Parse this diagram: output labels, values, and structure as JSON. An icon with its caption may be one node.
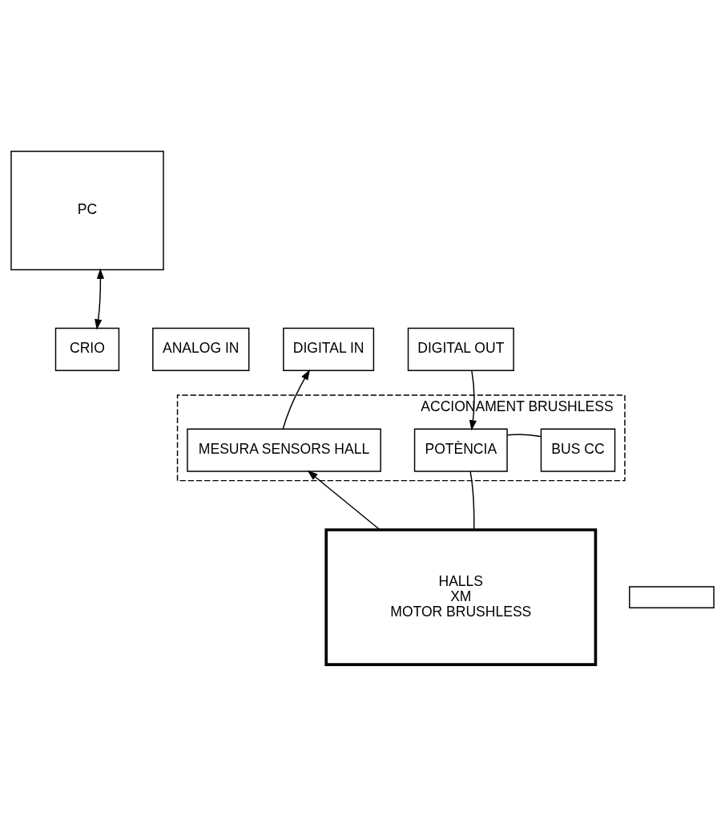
{
  "diagram": {
    "nodes": [
      {
        "text": [
          "PC"
        ]
      },
      {
        "text": [
          "CRIO"
        ]
      },
      {
        "text": [
          "ANALOG IN"
        ]
      },
      {
        "text": [
          "DIGITAL IN"
        ]
      },
      {
        "text": [
          "DIGITAL OUT"
        ]
      },
      {
        "text": [
          "ACCIONAMENT BRUSHLESS"
        ]
      },
      {
        "text": [
          "MESURA SENSORS HALL"
        ],
        "in": 5
      },
      {
        "text": [
          "POTÈNCIA"
        ],
        "in": 5
      },
      {
        "text": [
          "BUS CC"
        ],
        "in": 5
      },
      {
        "text": [
          "HALLS",
          "XM",
          "MOTOR BRUSHLESS"
        ]
      },
      {
        "text": [],
        "shape": "box"
      }
    ],
    "edges": [
      {
        "from": 0,
        "to": 1,
        "arrow": "both"
      },
      {
        "from": 4,
        "to": 7,
        "arrow": "to"
      },
      {
        "from": 6,
        "to": 3,
        "arrow": "to"
      },
      {
        "from": 9,
        "to": 6,
        "arrow": "to"
      },
      {
        "from": 7,
        "to": 8,
        "arrow": "none"
      },
      {
        "from": 7,
        "to": 9,
        "arrow": "none"
      }
    ]
  }
}
